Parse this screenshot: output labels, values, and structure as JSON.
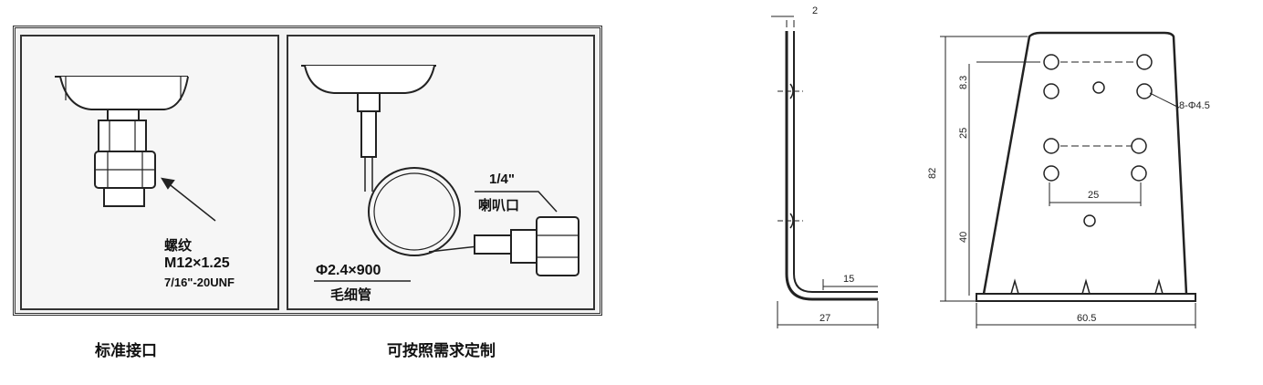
{
  "left_panel": {
    "standard_fitting": {
      "thread_label": "螺纹",
      "thread_metric": "M12×1.25",
      "thread_unf": "7/16\"-20UNF",
      "caption": "标准接口"
    },
    "custom_fitting": {
      "flare_size": "1/4\"",
      "flare_label": "喇叭口",
      "capillary_size": "Φ2.4×900",
      "capillary_label": "毛细管",
      "caption": "可按照需求定制"
    }
  },
  "side_view": {
    "thickness": "2",
    "flange": "15",
    "depth": "27"
  },
  "front_view": {
    "dim_top": "8.3",
    "dim_mid": "25",
    "dim_height": "82",
    "dim_bottom": "40",
    "dim_hole_spacing": "25",
    "dim_base": "60.5",
    "hole_callout": "8-Φ4.5"
  }
}
